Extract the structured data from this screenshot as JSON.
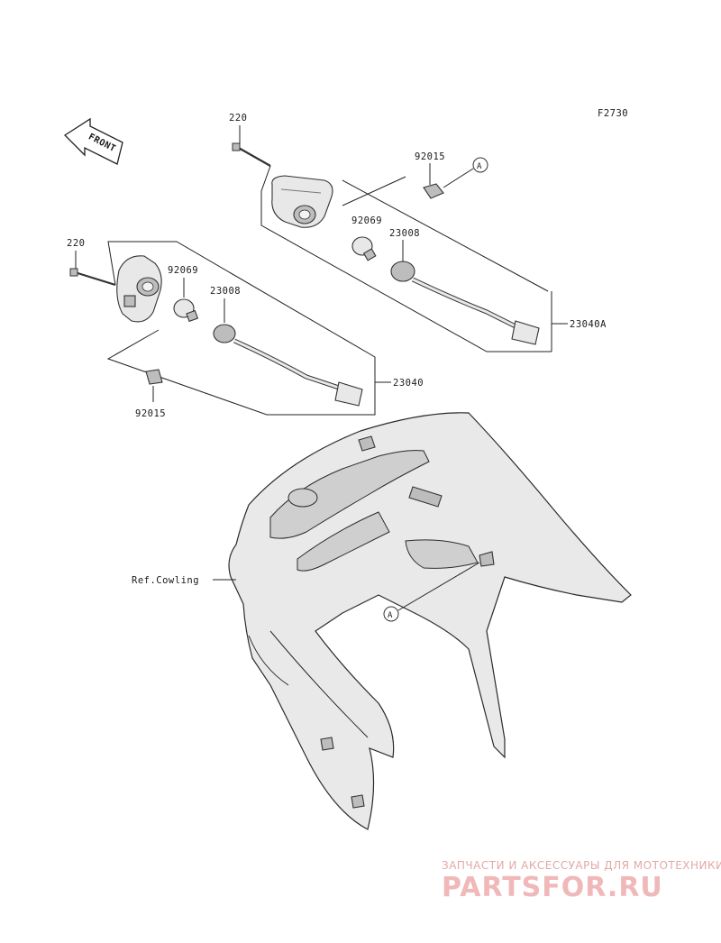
{
  "figure_code": "F2730",
  "front_label": "FRONT",
  "callouts": {
    "bolt_right": "220",
    "bolt_left": "220",
    "clip_right": "92015",
    "clip_left": "92015",
    "bulb_right": "92069",
    "bulb_left": "92069",
    "socket_right": "23008",
    "socket_left": "23008",
    "assy_right": "23040A",
    "assy_left": "23040",
    "ref_cowling": "Ref.Cowling",
    "marker_a_top": "A",
    "marker_a_bottom": "A"
  },
  "watermark": {
    "line1": "ЗАПЧАСТИ И АКСЕССУАРЫ ДЛЯ МОТОТЕХНИКИ",
    "line2": "PARTSFOR.RU",
    "color": "#e4a8a8"
  }
}
